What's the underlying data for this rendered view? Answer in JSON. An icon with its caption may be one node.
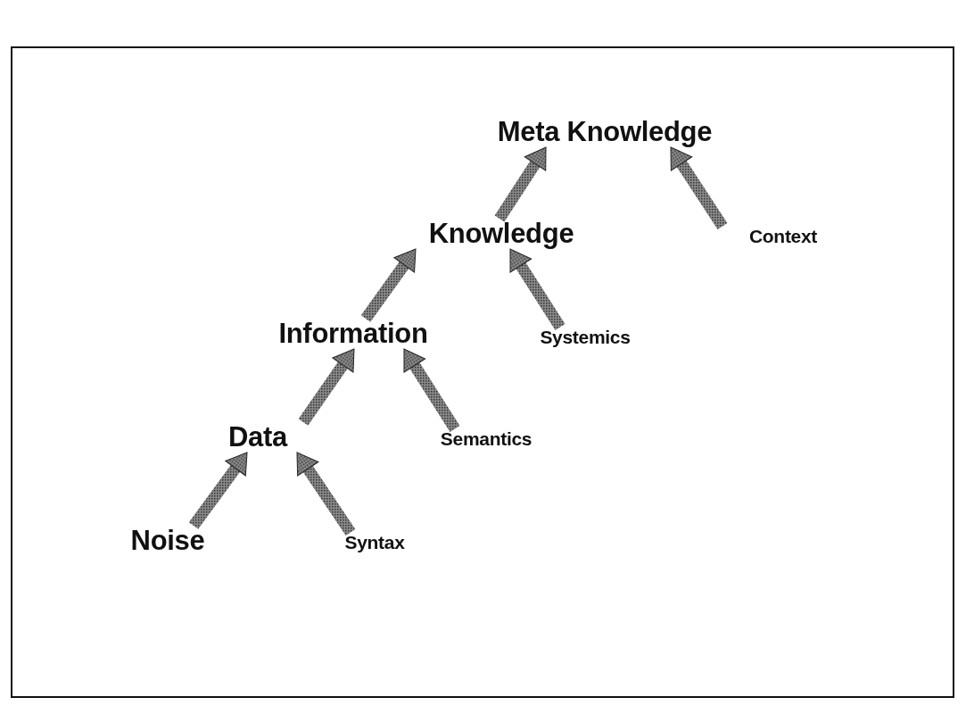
{
  "diagram": {
    "nodes": [
      {
        "text": [
          "Meta Knowledge"
        ]
      },
      {
        "text": [
          "Knowledge"
        ]
      },
      {
        "text": [
          "Context"
        ]
      },
      {
        "text": [
          "Information"
        ]
      },
      {
        "text": [
          "Systemics"
        ]
      },
      {
        "text": [
          "Data"
        ]
      },
      {
        "text": [
          "Semantics"
        ]
      },
      {
        "text": [
          "Noise"
        ]
      },
      {
        "text": [
          "Syntax"
        ]
      }
    ],
    "edges": [
      {
        "from": 1,
        "to": 0,
        "arrow": "to"
      },
      {
        "from": 2,
        "to": 0,
        "arrow": "to"
      },
      {
        "from": 3,
        "to": 1,
        "arrow": "to"
      },
      {
        "from": 4,
        "to": 1,
        "arrow": "to"
      },
      {
        "from": 5,
        "to": 3,
        "arrow": "to"
      },
      {
        "from": 6,
        "to": 3,
        "arrow": "to"
      },
      {
        "from": 7,
        "to": 5,
        "arrow": "to"
      },
      {
        "from": 8,
        "to": 5,
        "arrow": "to"
      }
    ]
  }
}
